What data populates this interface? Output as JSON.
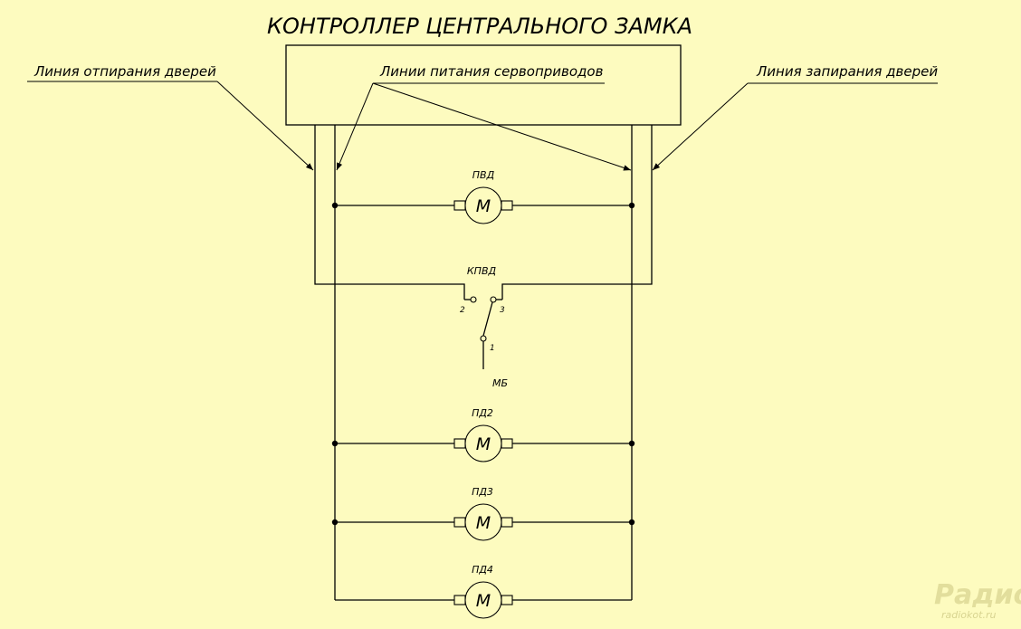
{
  "title": "КОНТРОЛЛЕР ЦЕНТРАЛЬНОГО ЗАМКА",
  "callouts": {
    "unlock_line": "Линия отпирания дверей",
    "servo_power_lines": "Линии питания сервоприводов",
    "lock_line": "Линия запирания дверей"
  },
  "components": {
    "motor_driver_door": "ПВД",
    "driver_door_switch": "КПВД",
    "motor_door_2": "ПД2",
    "motor_door_3": "ПД3",
    "motor_door_4": "ПД4",
    "motor_symbol": "M",
    "ground_label": "МБ"
  },
  "switch_pins": {
    "pin1": "1",
    "pin2": "2",
    "pin3": "3"
  },
  "watermark": {
    "brand": "Радио КОТ",
    "url": "radiokot.ru"
  },
  "colors": {
    "background": "#fdfbbf",
    "ink": "#000000",
    "watermark": "#e2de9c"
  }
}
